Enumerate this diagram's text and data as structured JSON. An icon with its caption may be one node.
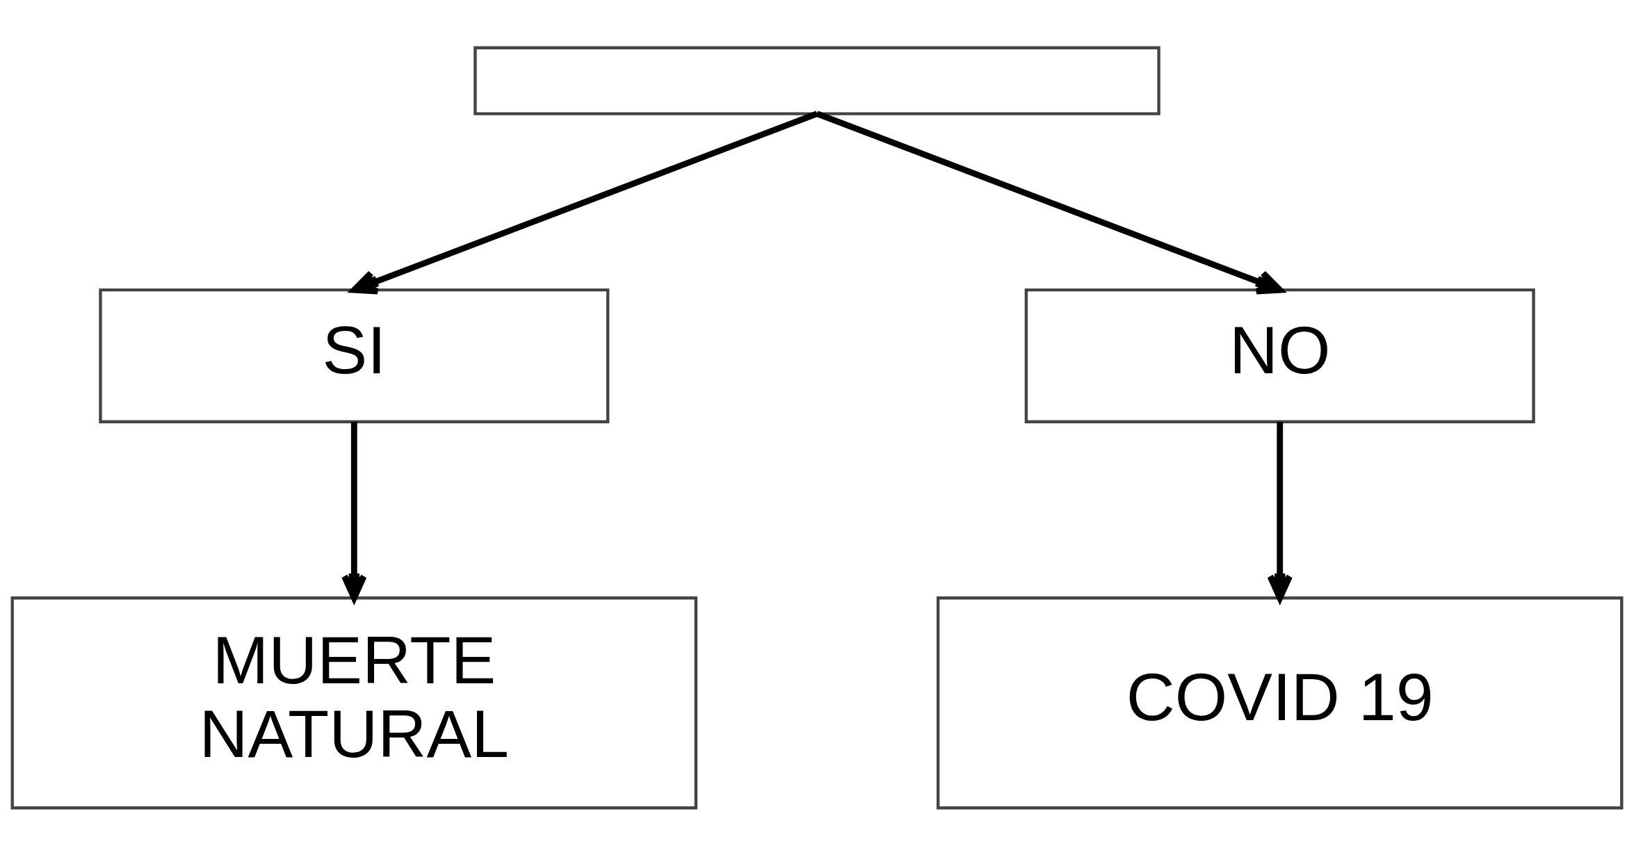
{
  "diagram": {
    "nodes": [
      {
        "text": [],
        "shape": "box"
      },
      {
        "text": [
          "SI"
        ]
      },
      {
        "text": [
          "NO"
        ]
      },
      {
        "text": [
          "MUERTE NATURAL"
        ]
      },
      {
        "text": [
          "COVID 19"
        ]
      }
    ],
    "edges": [
      {
        "from": 0,
        "to": 1,
        "arrow": "to"
      },
      {
        "from": 0,
        "to": 2,
        "arrow": "to"
      },
      {
        "from": 1,
        "to": 3,
        "arrow": "to"
      },
      {
        "from": 2,
        "to": 4,
        "arrow": "to"
      }
    ]
  }
}
